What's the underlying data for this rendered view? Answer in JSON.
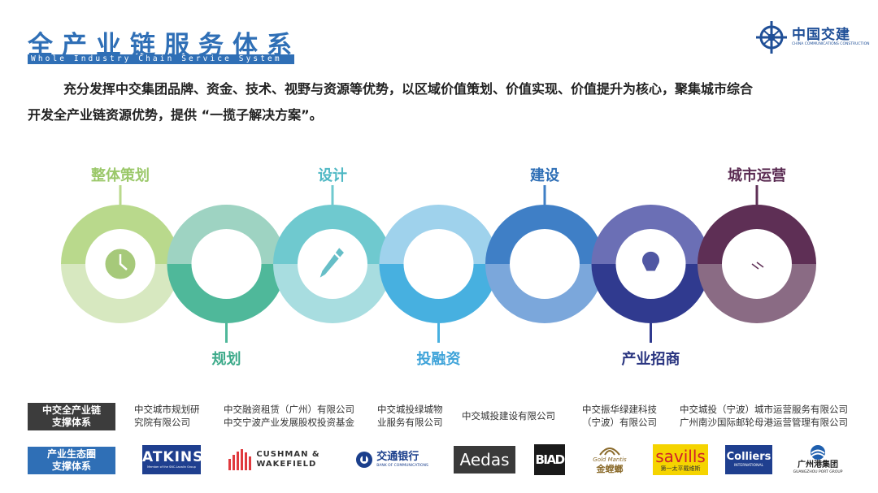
{
  "header": {
    "title": "全产业链服务体系",
    "subtitle": "Whole Industry Chain Service System",
    "logo_text": "中国交建",
    "logo_sub": "CHINA COMMUNICATIONS CONSTRUCTION"
  },
  "intro": {
    "line1": "充分发挥中交集团品牌、资金、技术、视野与资源等优势，以区域价值策划、价值实现、价值提升为核心，聚集城市综合",
    "line2": "开发全产业链资源优势，提供 “一揽子解决方案”。"
  },
  "chain": {
    "stages": [
      {
        "label": "整体策划",
        "icon": "clock-icon",
        "color_top": "#b9d98c",
        "color_bottom": "#d7e8c0",
        "position": "top"
      },
      {
        "label": "规划",
        "icon": "card-icon",
        "color_top": "#9ed3c2",
        "color_bottom": "#4fb89a",
        "position": "bottom"
      },
      {
        "label": "设计",
        "icon": "pen-icon",
        "color_top": "#6fc9cf",
        "color_bottom": "#a8dde0",
        "position": "top"
      },
      {
        "label": "投融资",
        "icon": "growth-chart-icon",
        "color_top": "#9fd2ec",
        "color_bottom": "#47b0e0",
        "position": "bottom"
      },
      {
        "label": "建设",
        "icon": "gears-icon",
        "color_top": "#3f7fc6",
        "color_bottom": "#7ba7db",
        "position": "top"
      },
      {
        "label": "产业招商",
        "icon": "lightbulb-icon",
        "color_top": "#6b6fb5",
        "color_bottom": "#303a8f",
        "position": "bottom"
      },
      {
        "label": "城市运营",
        "icon": "handshake-icon",
        "color_top": "#5e2f55",
        "color_bottom": "#8a6b84",
        "position": "top"
      }
    ],
    "label_colors": [
      "#9bc86a",
      "#3daa8a",
      "#4fb8c4",
      "#3ea3d9",
      "#2f6fb6",
      "#2a3580",
      "#5a2b52"
    ]
  },
  "support": {
    "group_label": "中交全产业链\n支撑体系",
    "companies": [
      {
        "line1": "中交城市规划研",
        "line2": "究院有限公司"
      },
      {
        "line1": "中交融资租赁（广州）有限公司",
        "line2": "中交宁波产业发展股权投资基金"
      },
      {
        "line1": "中交城投绿城物",
        "line2": "业服务有限公司"
      },
      {
        "line1": "中交城投建设有限公司",
        "line2": ""
      },
      {
        "line1": "中交振华绿建科技",
        "line2": "（宁波）有限公司"
      },
      {
        "line1": "中交城投（宁波）城市运营服务有限公司",
        "line2": "广州南沙国际邮轮母港运营管理有限公司"
      }
    ]
  },
  "eco": {
    "group_label": "产业生态圈\n支撑体系",
    "partners": [
      {
        "name": "ATKINS",
        "sub": "Member of the SNC-Lavalin Group",
        "icon": "atkins-logo"
      },
      {
        "name": "CUSHMAN &",
        "name2": "WAKEFIELD",
        "icon": "cushman-logo"
      },
      {
        "name": "交通银行",
        "sub": "BANK OF COMMUNICATIONS",
        "icon": "bocom-logo"
      },
      {
        "name": "Aedas",
        "icon": "aedas-logo"
      },
      {
        "name": "BIAD",
        "icon": "biad-logo"
      },
      {
        "name": "金螳螂",
        "sub": "Gold Mantis",
        "icon": "gold-mantis-logo"
      },
      {
        "name": "savills",
        "sub": "第一太平戴维斯",
        "icon": "savills-logo"
      },
      {
        "name": "Colliers",
        "sub": "INTERNATIONAL",
        "icon": "colliers-logo"
      },
      {
        "name": "广州港集团",
        "sub": "GUANGZHOU PORT GROUP",
        "icon": "gzport-logo"
      }
    ]
  }
}
